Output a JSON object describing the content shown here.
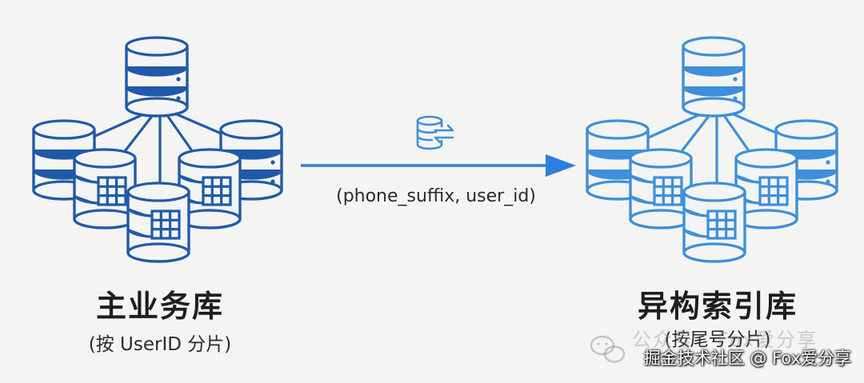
{
  "left_group": {
    "title": "主业务库",
    "subtitle": "(按 UserID 分片)"
  },
  "right_group": {
    "title": "异构索引库",
    "subtitle": "(按尾号分片)"
  },
  "arrow": {
    "label": "(phone_suffix, user_id)",
    "icon": "database-sync-icon"
  },
  "watermark": {
    "text": "公众号 · Fox爱分享",
    "icon": "wechat-icon"
  },
  "credit": {
    "text": "掘金技术社区 @ Fox爱分享"
  },
  "colors": {
    "left_stroke": "#1f5aa8",
    "right_stroke": "#3d8fd9",
    "arrow": "#2f7de1",
    "background": "#f4f4f2"
  }
}
